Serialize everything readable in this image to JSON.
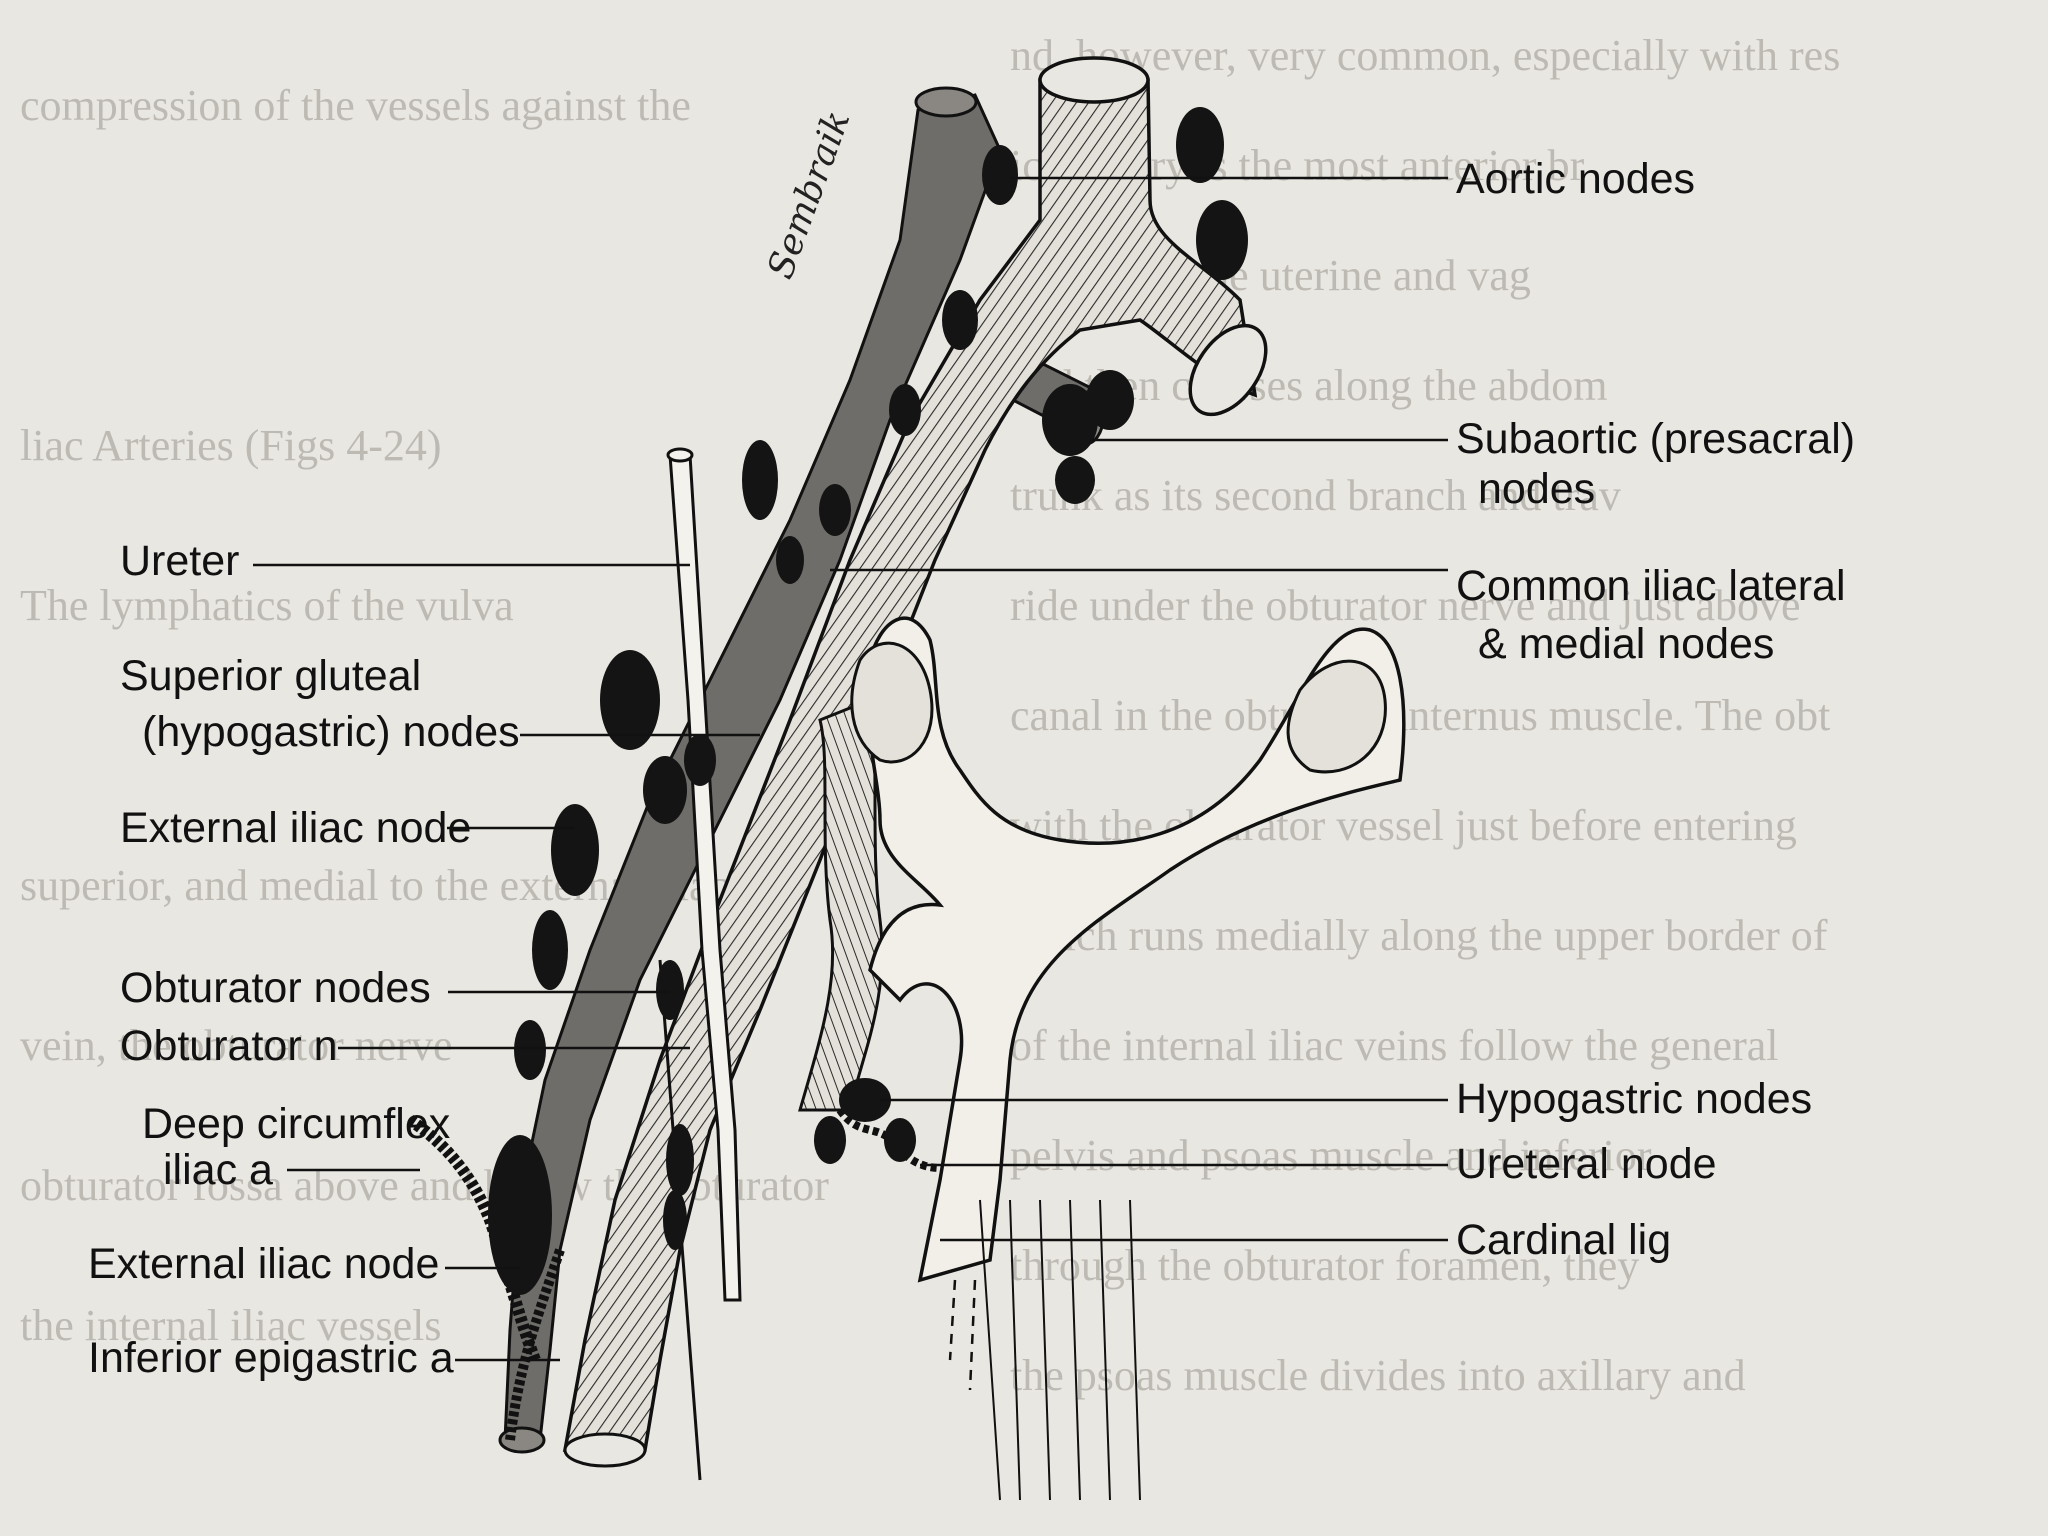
{
  "labels": {
    "right": {
      "aortic_nodes": "Aortic nodes",
      "subaortic_line1": "Subaortic (presacral)",
      "subaortic_line2": "nodes",
      "common_iliac_line1": "Common iliac lateral",
      "common_iliac_line2": "& medial nodes",
      "hypogastric_nodes": "Hypogastric nodes",
      "ureteral_node": "Ureteral node",
      "cardinal_lig": "Cardinal lig"
    },
    "left": {
      "ureter": "Ureter",
      "superior_gluteal_line1": "Superior gluteal",
      "superior_gluteal_line2": "(hypogastric) nodes",
      "external_iliac_node_upper": "External iliac node",
      "obturator_nodes": "Obturator nodes",
      "obturator_n": "Obturator n",
      "deep_circumflex_line1": "Deep circumflex",
      "deep_circumflex_line2": "iliac a",
      "external_iliac_node_lower": "External iliac node",
      "inferior_epigastric_a": "Inferior epigastric a"
    }
  },
  "signature": "Sembraik",
  "colors": {
    "background": "#e9e7e1",
    "ink": "#111111",
    "vessel": "#d9d6cf",
    "vein": "#6f6d69",
    "node": "#141414"
  }
}
